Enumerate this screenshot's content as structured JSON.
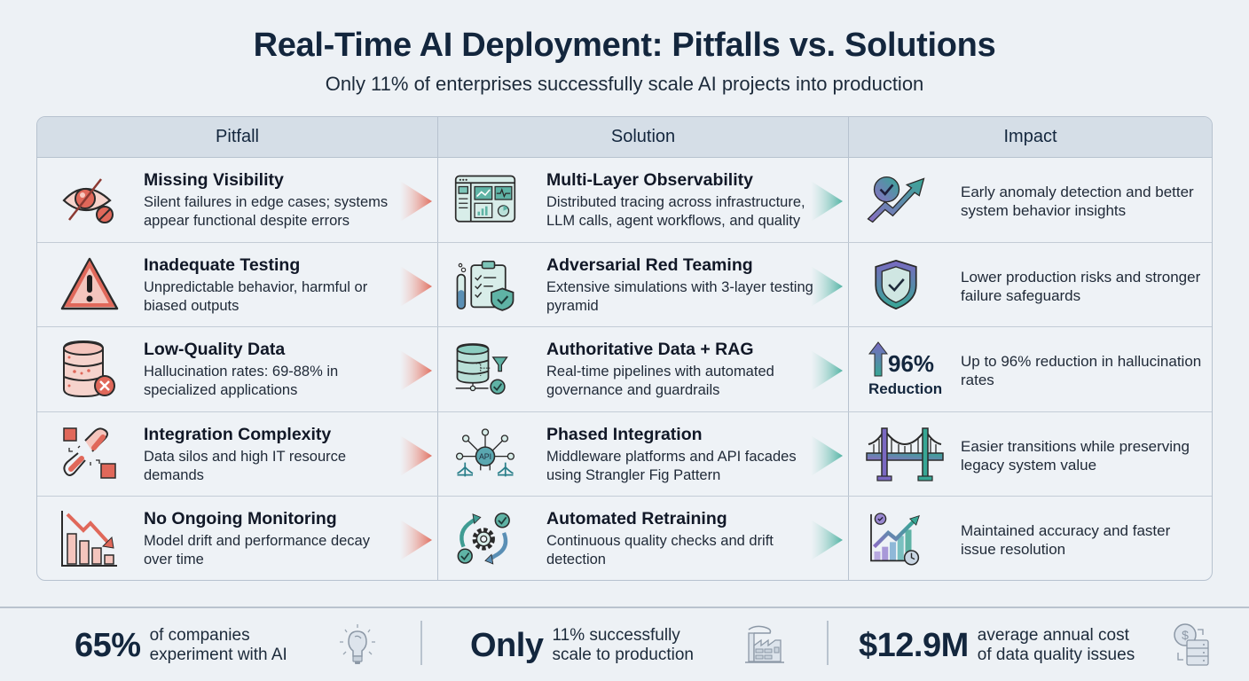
{
  "header": {
    "title": "Real-Time AI Deployment: Pitfalls vs. Solutions",
    "subtitle": "Only 11% of enterprises successfully scale AI projects into production"
  },
  "table": {
    "columns": [
      "Pitfall",
      "Solution",
      "Impact"
    ],
    "rows": [
      {
        "pitfall": {
          "icon": "eye-slash-icon",
          "title": "Missing Visibility",
          "desc": "Silent failures in edge cases; systems appear functional despite errors"
        },
        "solution": {
          "icon": "dashboard-icon",
          "title": "Multi-Layer Observability",
          "desc": "Distributed tracing across infrastructure, LLM calls, agent workflows, and quality"
        },
        "impact": {
          "icon": "check-trend-up-icon",
          "desc": "Early anomaly detection and better system behavior insights"
        }
      },
      {
        "pitfall": {
          "icon": "warning-triangle-icon",
          "title": "Inadequate Testing",
          "desc": "Unpredictable behavior, harmful or biased outputs"
        },
        "solution": {
          "icon": "clipboard-test-shield-icon",
          "title": "Adversarial Red Teaming",
          "desc": "Extensive simulations with 3-layer testing pyramid"
        },
        "impact": {
          "icon": "shield-check-icon",
          "desc": "Lower production risks and stronger failure safeguards"
        }
      },
      {
        "pitfall": {
          "icon": "database-error-icon",
          "title": "Low-Quality Data",
          "desc": "Hallucination rates: 69-88% in specialized applications"
        },
        "solution": {
          "icon": "database-filter-check-icon",
          "title": "Authoritative Data + RAG",
          "desc": "Real-time pipelines with automated governance and guardrails"
        },
        "impact": {
          "icon": "arrow-up-icon",
          "badge_value": "96%",
          "badge_label": "Reduction",
          "desc": "Up to 96% reduction in hallucination rates"
        }
      },
      {
        "pitfall": {
          "icon": "broken-link-icon",
          "title": "Integration Complexity",
          "desc": "Data silos and high IT resource demands"
        },
        "solution": {
          "icon": "api-hub-icon",
          "api_label": "API",
          "title": "Phased Integration",
          "desc": "Middleware platforms and API facades using Strangler Fig Pattern"
        },
        "impact": {
          "icon": "bridge-icon",
          "desc": "Easier transitions while preserving legacy system value"
        }
      },
      {
        "pitfall": {
          "icon": "chart-decline-icon",
          "title": "No Ongoing Monitoring",
          "desc": "Model drift and performance decay over time"
        },
        "solution": {
          "icon": "gear-cycle-icon",
          "title": "Automated Retraining",
          "desc": "Continuous quality checks and drift detection"
        },
        "impact": {
          "icon": "chart-growth-clock-icon",
          "desc": "Maintained accuracy and faster issue resolution"
        }
      }
    ]
  },
  "footer": {
    "stats": [
      {
        "value": "65%",
        "line1": "of companies",
        "line2": "experiment with AI",
        "icon": "lightbulb-icon"
      },
      {
        "value": "Only",
        "line1": "11% successfully",
        "line2": "scale to production",
        "icon": "factory-icon"
      },
      {
        "value": "$12.9M",
        "line1": "average annual cost",
        "line2": "of data quality issues",
        "icon": "coin-server-icon"
      }
    ]
  },
  "colors": {
    "pitfall_accent": "#d9594c",
    "pitfall_fill": "#f4c5bd",
    "solution_accent": "#3f9c93",
    "solution_fill": "#b9e0d8",
    "impact_purple": "#7b6bbd",
    "impact_teal": "#3aa89a",
    "title": "#13263d",
    "background": "#edf1f5",
    "header_row": "#d5dee7"
  }
}
